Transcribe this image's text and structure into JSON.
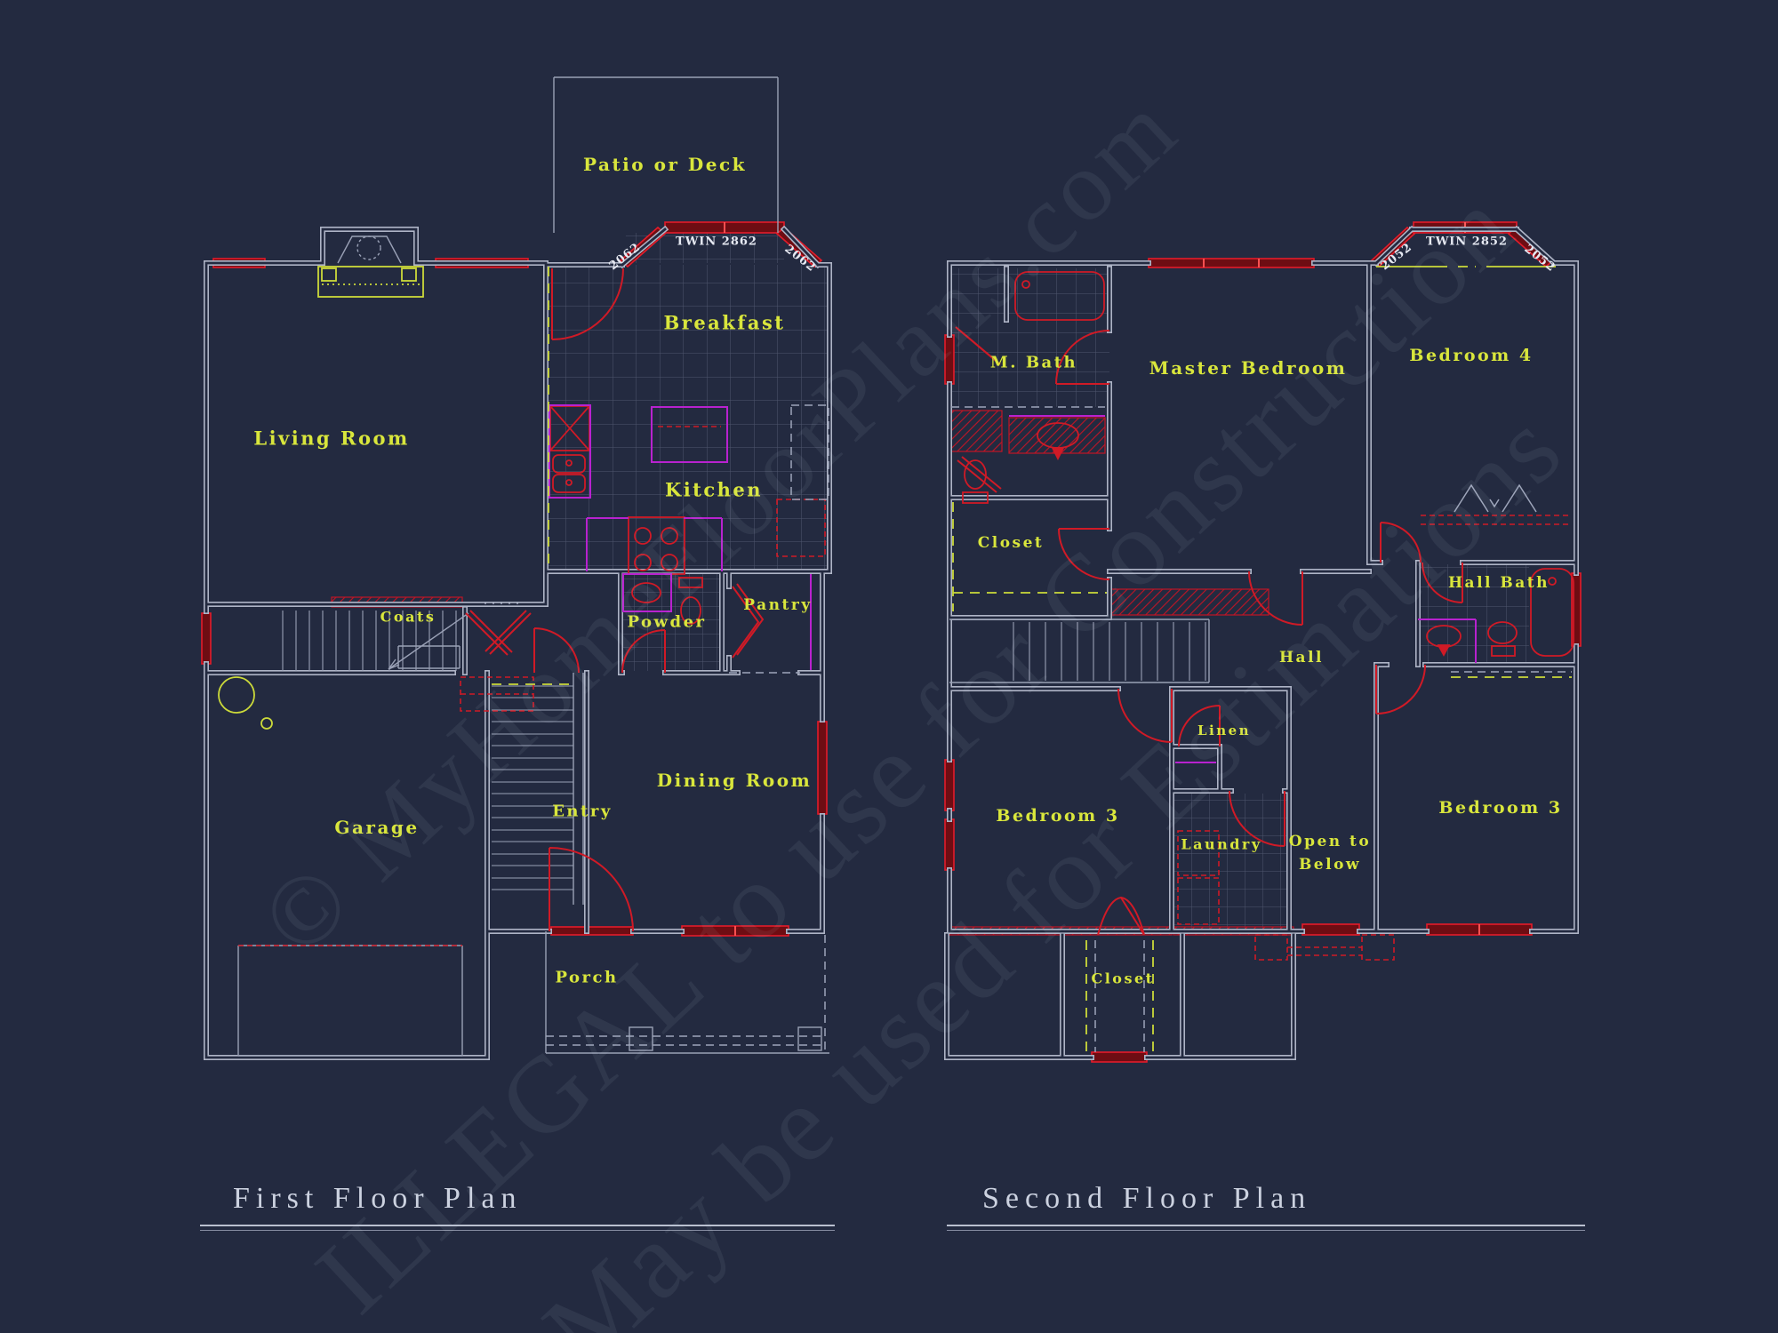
{
  "titles": {
    "first": "First Floor Plan",
    "second": "Second Floor Plan"
  },
  "first_floor": {
    "labels": {
      "patio_or_deck": "Patio or Deck",
      "breakfast": "Breakfast",
      "living_room": "Living Room",
      "kitchen": "Kitchen",
      "coats": "Coats",
      "powder": "Powder",
      "pantry": "Pantry",
      "entry": "Entry",
      "dining_room": "Dining Room",
      "garage": "Garage",
      "porch": "Porch"
    },
    "window_labels": {
      "twin": "TWIN 2862",
      "side_left": "2062",
      "side_right": "2062"
    }
  },
  "second_floor": {
    "labels": {
      "m_bath": "M. Bath",
      "master_bedroom": "Master Bedroom",
      "bedroom_4": "Bedroom 4",
      "closet": "Closet",
      "hall_bath": "Hall Bath",
      "hall": "Hall",
      "linen": "Linen",
      "bedroom_3_left": "Bedroom 3",
      "laundry": "Laundry",
      "open_to_below_1": "Open to",
      "open_to_below_2": "Below",
      "bedroom_3_right": "Bedroom 3",
      "closet_bottom": "Closet"
    },
    "window_labels": {
      "twin": "TWIN 2852",
      "side_left": "2052",
      "side_right": "2052"
    }
  },
  "watermark": {
    "line1": "© MyHomeFloorPlans.com",
    "line2": "ILLEGAL to use for Construction",
    "line3": "May be used for Estimations"
  },
  "colors": {
    "background": "#232a40",
    "wall": "#aeb4c6",
    "window_red": "#e31c2a",
    "fixture_red": "#d01a26",
    "counter_magenta": "#b822cf",
    "label_yellow": "#d9e63c",
    "tile_gray": "#4f566e",
    "title_gray": "#ccd2e0"
  }
}
